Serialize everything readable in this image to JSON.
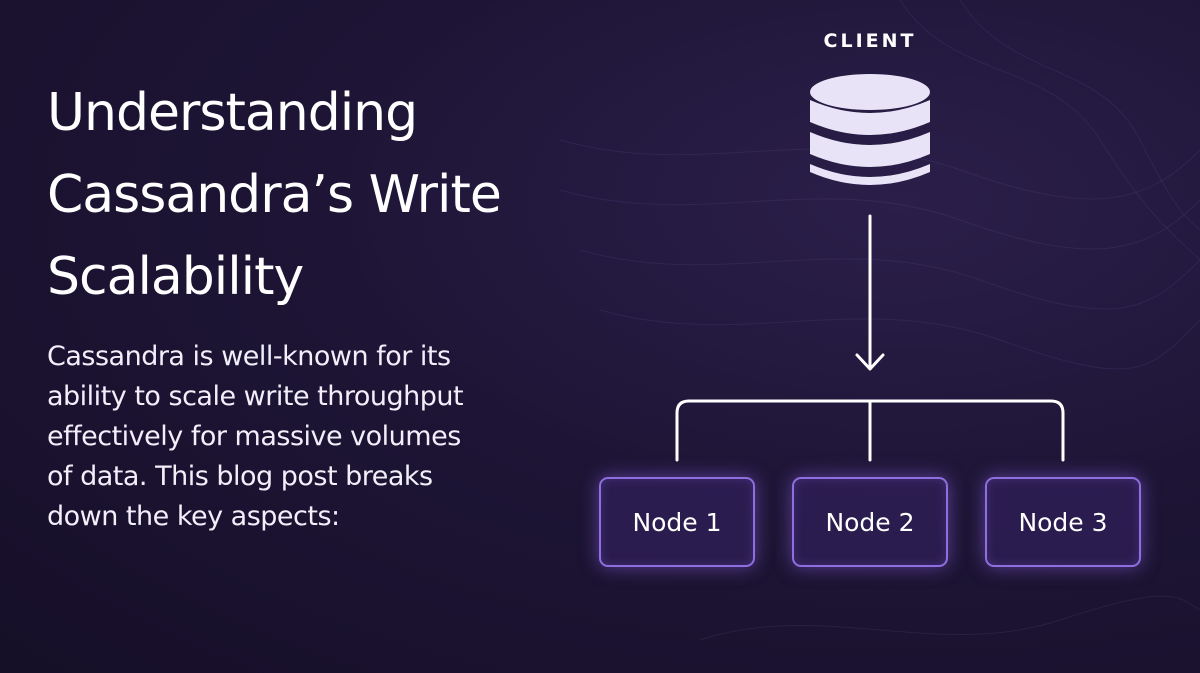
{
  "title_lines": [
    "Understanding",
    "Cassandra’s Write",
    "Scalability"
  ],
  "description_lines": [
    "Cassandra is well-known for its",
    "ability to scale write throughput",
    "effectively for massive volumes",
    "of data. This blog post breaks",
    "down the key aspects:"
  ],
  "diagram": {
    "client_label": "CLIENT",
    "client_icon": "database-icon",
    "nodes": [
      "Node 1",
      "Node 2",
      "Node 3"
    ]
  },
  "colors": {
    "background": "#1e1536",
    "node_border": "#8f6ee0",
    "icon_fill": "#e9e3f7",
    "line": "#ffffff"
  }
}
